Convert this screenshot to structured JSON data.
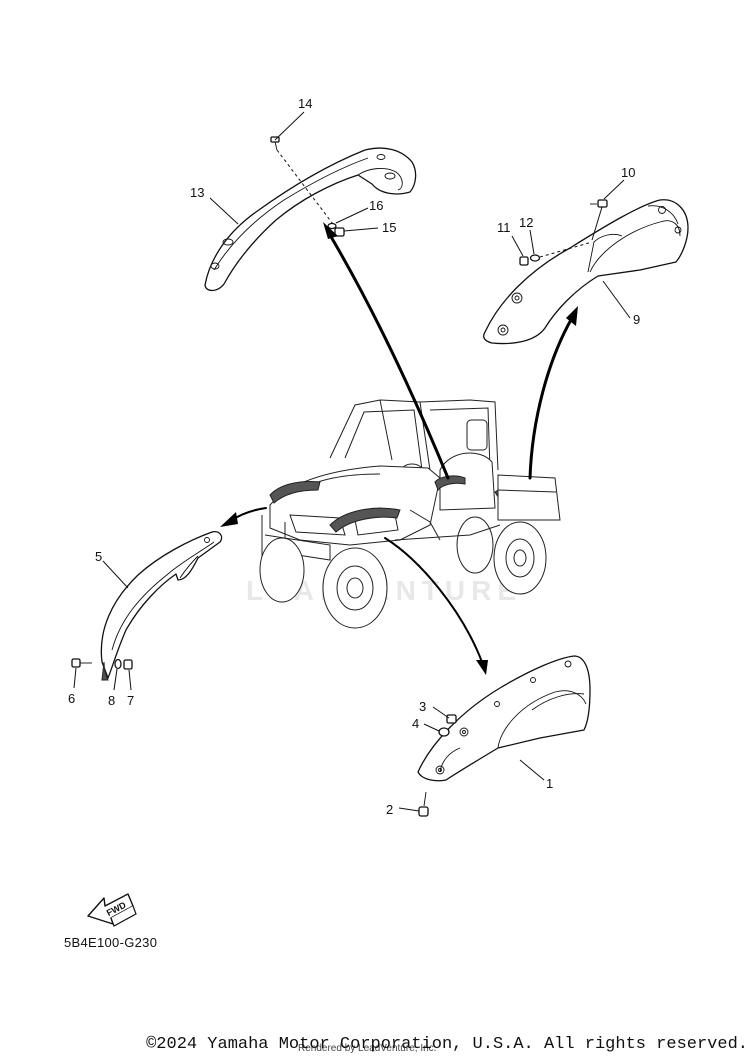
{
  "callouts": {
    "c1": "1",
    "c2": "2",
    "c3": "3",
    "c4": "4",
    "c5": "5",
    "c6": "6",
    "c7": "7",
    "c8": "8",
    "c9": "9",
    "c10": "10",
    "c11": "11",
    "c12": "12",
    "c13": "13",
    "c14": "14",
    "c15": "15",
    "c16": "16"
  },
  "fwd_label": "FWD",
  "diagram_code": "5B4E100-G230",
  "watermark": "LEADVENTURE",
  "rendered_by": "Rendered by LeadVenture, Inc.",
  "copyright": "©2024 Yamaha Motor Corporation, U.S.A. All rights reserved."
}
